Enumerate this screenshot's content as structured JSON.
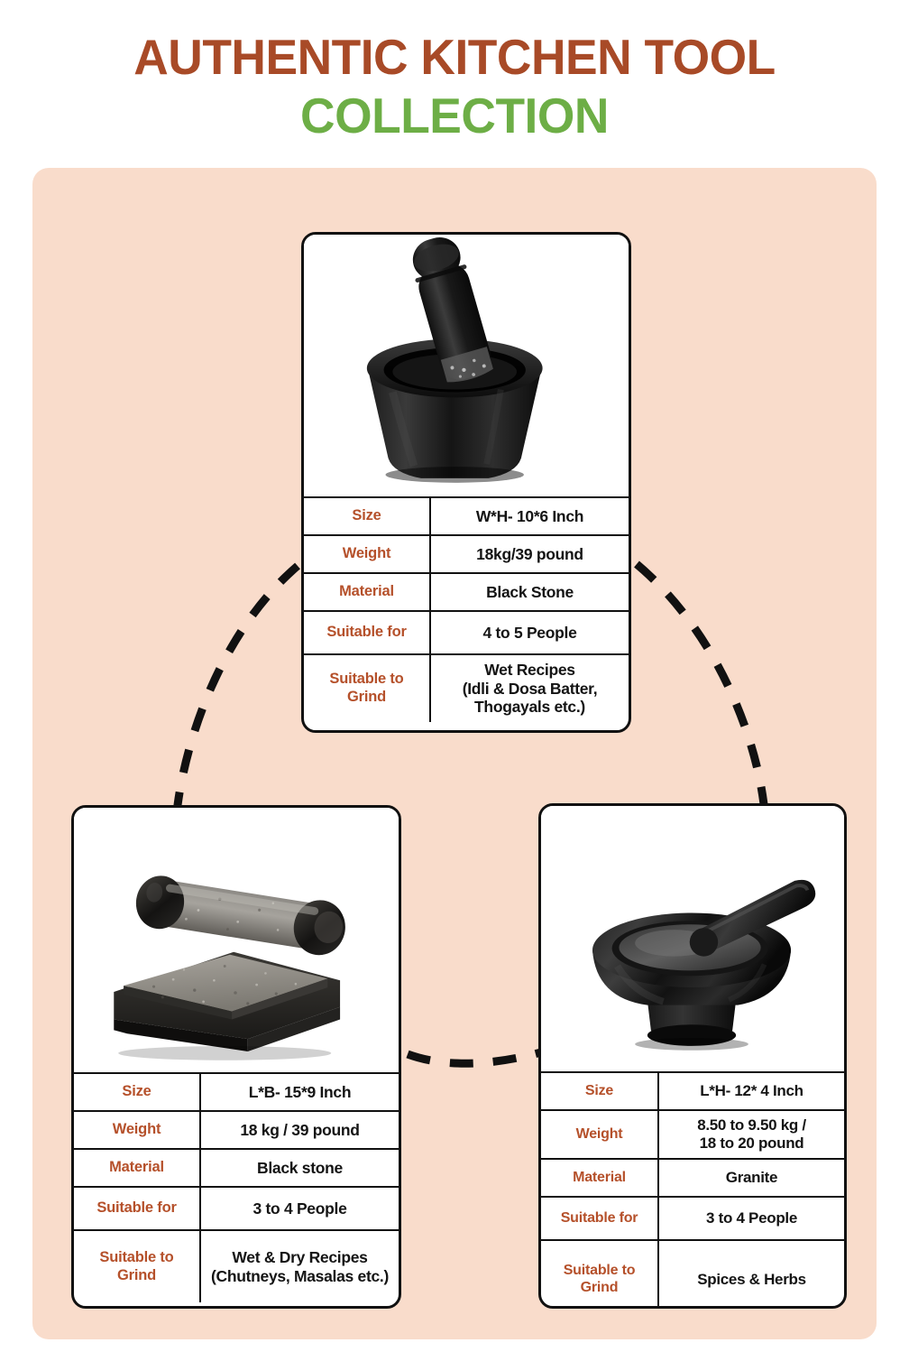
{
  "title": {
    "line1": "AUTHENTIC KITCHEN TOOL",
    "line2": "COLLECTION",
    "color_line1": "#A84A27",
    "color_line2": "#6DAE46"
  },
  "theme": {
    "panel_background": "#F9DCCB",
    "page_background": "#FFFFFF",
    "label_color": "#B5502A",
    "value_color": "#141414",
    "border_color": "#111111"
  },
  "cards": [
    {
      "id": "mortar-and-pestle",
      "image_alt": "black-stone-mortar-and-pestle-photo",
      "rows": [
        {
          "label": "Size",
          "value": "W*H- 10*6  Inch"
        },
        {
          "label": "Weight",
          "value": "18kg/39 pound"
        },
        {
          "label": "Material",
          "value": "Black Stone"
        },
        {
          "label": "Suitable for",
          "value": "4 to 5 People"
        },
        {
          "label": "Suitable to\nGrind",
          "value": "Wet Recipes\n(Idli & Dosa Batter,\nThogayals etc.)"
        }
      ]
    },
    {
      "id": "flat-grinding-stone",
      "image_alt": "flat-grinding-stone-with-roller-photo",
      "rows": [
        {
          "label": "Size",
          "value": "L*B- 15*9  Inch"
        },
        {
          "label": "Weight",
          "value": "18 kg / 39 pound"
        },
        {
          "label": "Material",
          "value": "Black stone"
        },
        {
          "label": "Suitable for",
          "value": "3 to 4 People"
        },
        {
          "label": "Suitable to\nGrind",
          "value": "Wet & Dry Recipes\n(Chutneys, Masalas etc.)"
        }
      ]
    },
    {
      "id": "granite-mortar-bowl",
      "image_alt": "granite-mortar-bowl-with-pestle-photo",
      "rows": [
        {
          "label": "Size",
          "value": "L*H- 12* 4 Inch"
        },
        {
          "label": "Weight",
          "value": "8.50 to 9.50 kg /\n18 to 20 pound"
        },
        {
          "label": "Material",
          "value": "Granite"
        },
        {
          "label": "Suitable for",
          "value": "3 to 4 People"
        },
        {
          "label": "Suitable to\nGrind",
          "value": "Spices & Herbs"
        }
      ]
    }
  ],
  "connectors": [
    {
      "name": "left-arc",
      "style": "dashed"
    },
    {
      "name": "right-arc",
      "style": "dashed"
    },
    {
      "name": "bottom-arc",
      "style": "dashed"
    }
  ]
}
